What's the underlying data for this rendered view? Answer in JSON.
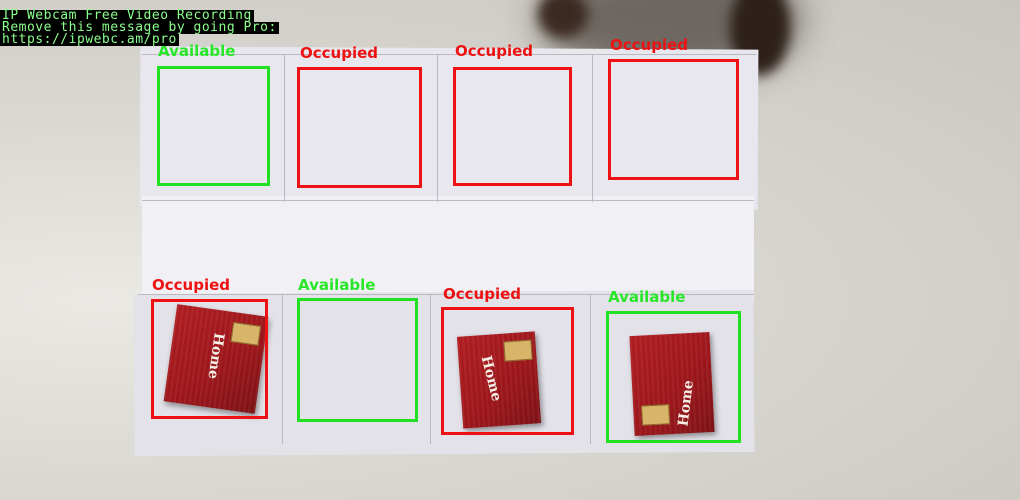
{
  "watermark": {
    "lines": [
      "IP Webcam Free Video Recording",
      "Remove this message by going Pro:",
      "https://ipwebc.am/pro"
    ]
  },
  "slots": [
    {
      "id": "slot-1",
      "status": "available",
      "label": "Available"
    },
    {
      "id": "slot-2",
      "status": "occupied",
      "label": "Occupied"
    },
    {
      "id": "slot-3",
      "status": "occupied",
      "label": "Occupied"
    },
    {
      "id": "slot-4",
      "status": "occupied",
      "label": "Occupied"
    },
    {
      "id": "slot-5",
      "status": "occupied",
      "label": "Occupied"
    },
    {
      "id": "slot-6",
      "status": "available",
      "label": "Available"
    },
    {
      "id": "slot-7",
      "status": "occupied",
      "label": "Occupied"
    },
    {
      "id": "slot-8",
      "status": "available",
      "label": "Available"
    }
  ],
  "box_brand": "Home",
  "colors": {
    "available": "#21e021",
    "occupied": "#ee1111",
    "box": "#a8191e"
  }
}
